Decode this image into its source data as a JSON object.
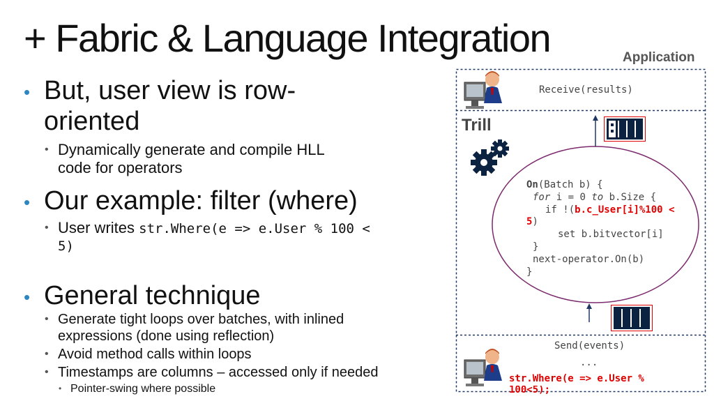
{
  "title": "+ Fabric & Language Integration",
  "bullets": {
    "b1_line1": "But, user view is row-",
    "b1_line2": "oriented",
    "b1_sub_line1": "Dynamically generate and compile HLL",
    "b1_sub_line2": "code for operators",
    "b2": "Our example: filter (where)",
    "b2_sub_prefix": "User writes ",
    "b2_sub_code_line1": "str.Where(e => e.User % 100 <",
    "b2_sub_code_line2": "5)",
    "b3": "General technique",
    "b3_sub1_line1": "Generate tight loops over batches, with inlined",
    "b3_sub1_line2": "expressions (done using reflection)",
    "b3_sub2": "Avoid method calls within loops",
    "b3_sub3": "Timestamps are columns – accessed only if needed",
    "b3_sub3_sub": "Pointer-swing where possible"
  },
  "diagram": {
    "application_label": "Application",
    "receive_text": "Receive(results)",
    "trill_label": "Trill",
    "code": {
      "on_keyword": "On",
      "on_rest": "(Batch b) {",
      "for_keyword": "for",
      "for_mid": " i = 0 ",
      "to_keyword": "to",
      "for_rest": " b.Size {",
      "if_prefix": "if !(",
      "if_red": "b.c_User[i]%100 <",
      "if_red2": "5",
      "if_close": ")",
      "set_line": "set b.bitvector[i]",
      "close_brace": "}",
      "next_line": "next-operator.On(b)",
      "close_brace2": "}"
    },
    "send_text": "Send(events)",
    "ellipsis": "...",
    "query_line1": "str.Where(e => e.User %",
    "query_line2": "100<5);"
  },
  "colors": {
    "bullet_dot": "#2e86c1",
    "highlight_red": "#e00000",
    "frame_blue": "#1f3864",
    "ellipse_purple": "#7b2a6f"
  }
}
